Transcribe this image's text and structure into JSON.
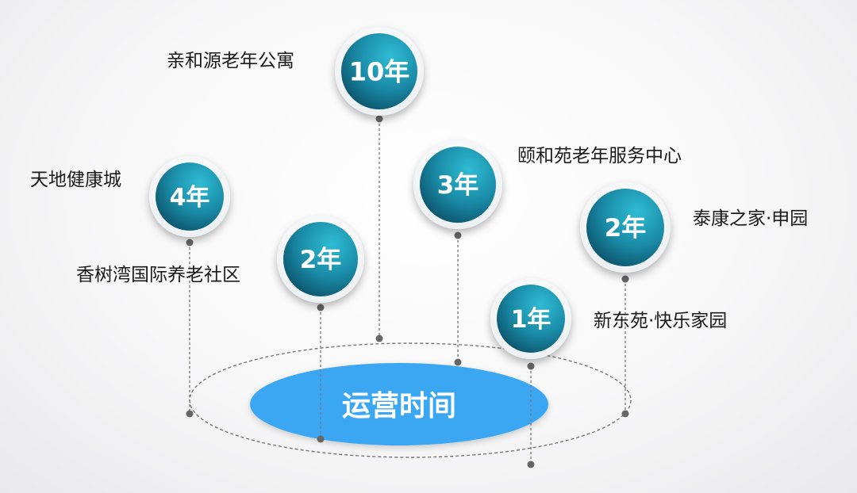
{
  "center_label": "运营时间",
  "items": [
    {
      "duration": "10年",
      "name": "亲和源老年公寓"
    },
    {
      "duration": "4年",
      "name": "天地健康城"
    },
    {
      "duration": "3年",
      "name": "颐和苑老年服务中心"
    },
    {
      "duration": "2年",
      "name": "香树湾国际养老社区"
    },
    {
      "duration": "2年",
      "name": "泰康之家·申园"
    },
    {
      "duration": "1年",
      "name": "新东苑·快乐家园"
    }
  ],
  "colors": {
    "bubble_dark": "#0d5a72",
    "bubble_light": "#2ab3cc",
    "center_fill": "#3aa6f2",
    "line": "#666666"
  }
}
